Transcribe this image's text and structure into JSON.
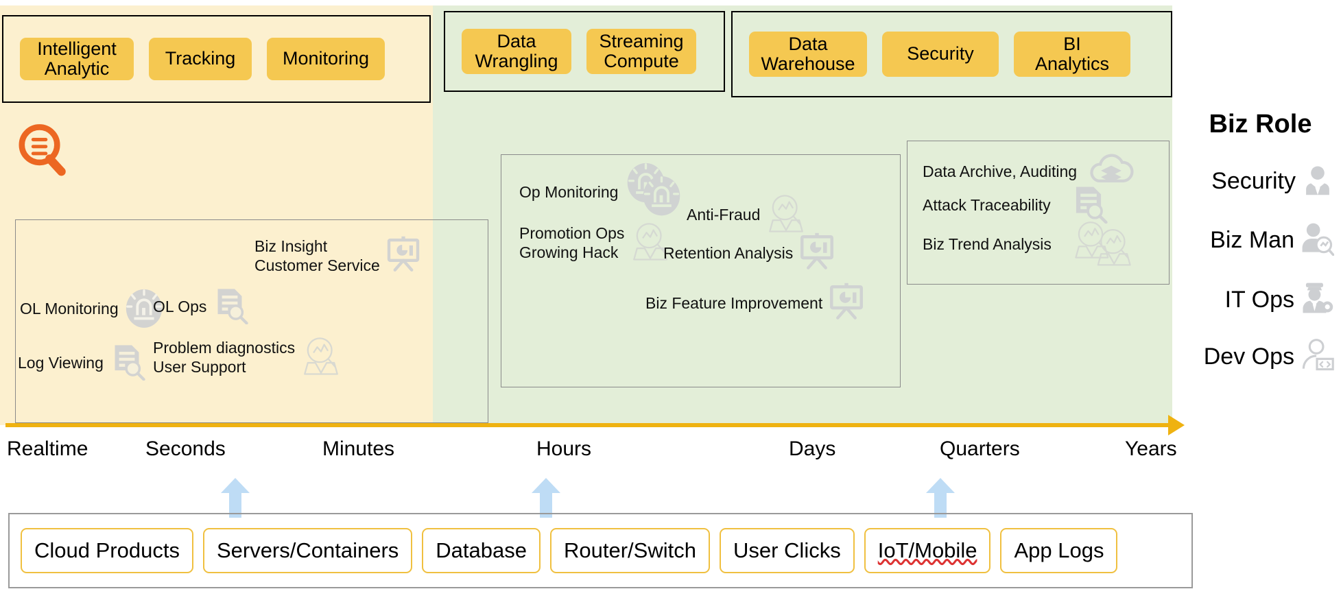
{
  "bands": {
    "left_label": "realtime-to-minutes-band",
    "right_label": "hours-to-years-band"
  },
  "capability_groups": [
    {
      "name": "realtime-capabilities",
      "pills": [
        "Intelligent\nAnalytic",
        "Tracking",
        "Monitoring"
      ]
    },
    {
      "name": "streaming-capabilities",
      "pills": [
        "Data\nWrangling",
        "Streaming\nCompute"
      ]
    },
    {
      "name": "warehouse-capabilities",
      "pills": [
        "Data\nWarehouse",
        "Security",
        "BI Analytics"
      ]
    }
  ],
  "panels": {
    "short_term": {
      "name": "short-term-scenarios",
      "items": [
        {
          "label": "Biz Insight\nCustomer Service",
          "icon": "presentation-chart-icon"
        },
        {
          "label": "OL Monitoring",
          "icon": "alarm-light-icon"
        },
        {
          "label": "OL Ops",
          "icon": "document-search-icon"
        },
        {
          "label": "Log Viewing",
          "icon": "document-search-icon"
        },
        {
          "label": "Problem diagnostics\nUser Support",
          "icon": "analyst-person-icon"
        }
      ]
    },
    "mid_term": {
      "name": "mid-term-scenarios",
      "items": [
        {
          "label": "Op Monitoring",
          "icon": "double-alarm-light-icon"
        },
        {
          "label": "Anti-Fraud",
          "icon": "analyst-person-icon"
        },
        {
          "label": "Promotion Ops\nGrowing Hack",
          "icon": "analyst-person-icon"
        },
        {
          "label": "Retention Analysis",
          "icon": "presentation-chart-icon"
        },
        {
          "label": "Biz Feature Improvement",
          "icon": "presentation-chart-icon"
        }
      ]
    },
    "long_term": {
      "name": "long-term-scenarios",
      "items": [
        {
          "label": "Data Archive, Auditing",
          "icon": "cloud-storage-icon"
        },
        {
          "label": "Attack Traceability",
          "icon": "document-search-icon"
        },
        {
          "label": "Biz Trend Analysis",
          "icon": "analyst-person-icon"
        }
      ]
    }
  },
  "timeline": {
    "name": "time-horizon-axis",
    "ticks": [
      "Realtime",
      "Seconds",
      "Minutes",
      "Hours",
      "Days",
      "Quarters",
      "Years"
    ],
    "axis_color": "#efb211"
  },
  "data_sources": {
    "name": "data-sources-row",
    "chips": [
      "Cloud Products",
      "Servers/Containers",
      "Database",
      "Router/Switch",
      "User Clicks",
      "IoT/Mobile",
      "App Logs"
    ],
    "spellcheck_underlined": "IoT/Mobile",
    "ingest_arrow_count": 3,
    "arrow_color": "#bedcf5"
  },
  "biz_role": {
    "title": "Biz Role",
    "roles": [
      {
        "label": "Security",
        "icon": "security-officer-icon"
      },
      {
        "label": "Biz Man",
        "icon": "business-analyst-icon"
      },
      {
        "label": "IT Ops",
        "icon": "it-operator-icon"
      },
      {
        "label": "Dev Ops",
        "icon": "developer-icon"
      }
    ]
  },
  "brand": {
    "icon": "log-search-icon",
    "color": "#ec6722"
  },
  "colors": {
    "band_left": "#fcf0cf",
    "band_right": "#e3eed8",
    "pill": "#f5c851",
    "chip_border": "#f0c040",
    "icon_gray": "#c9cbcd"
  }
}
